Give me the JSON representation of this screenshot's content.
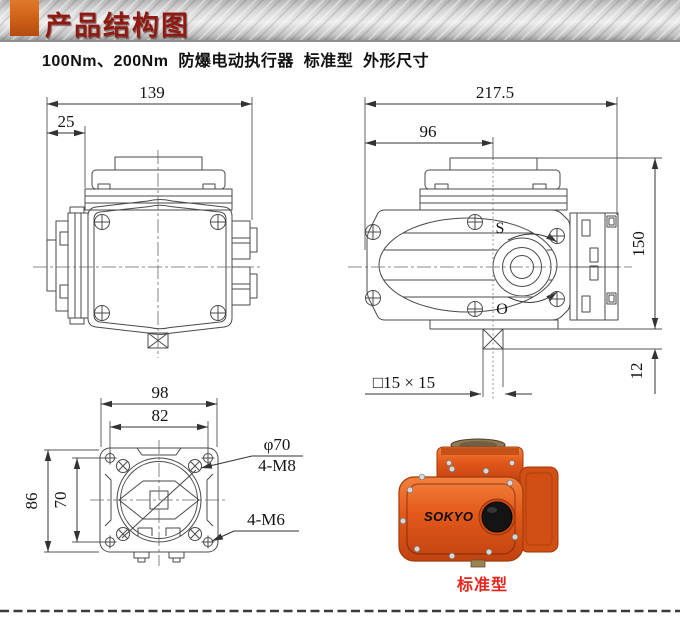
{
  "header": {
    "title": "产品结构图",
    "subtitle": "100Nm、200Nm  防爆电动执行器  标准型  外形尺寸"
  },
  "front_view": {
    "dim_width": "139",
    "dim_offset": "25"
  },
  "side_view": {
    "dim_total_width": "217.5",
    "dim_center_offset": "96",
    "dim_height": "150",
    "dim_shaft_protrusion": "12",
    "shaft_label": "□15 × 15",
    "indicator_shut": "S",
    "indicator_open": "O"
  },
  "bottom_view": {
    "dim_outer_width": "98",
    "dim_bolt_span_w": "82",
    "dim_outer_height": "86",
    "dim_bolt_span_h": "70",
    "label_circle": "φ70",
    "label_bolts_m8": "4-M8",
    "label_bolts_m6": "4-M6"
  },
  "photo": {
    "brand": "SOKYO",
    "caption": "标准型"
  },
  "colors": {
    "title_red": "#8e1a12",
    "caption_red": "#e8231c",
    "accent_orange": "#cd5f17",
    "product_orange": "#e2581a",
    "line_gray": "#4a4a4a"
  }
}
